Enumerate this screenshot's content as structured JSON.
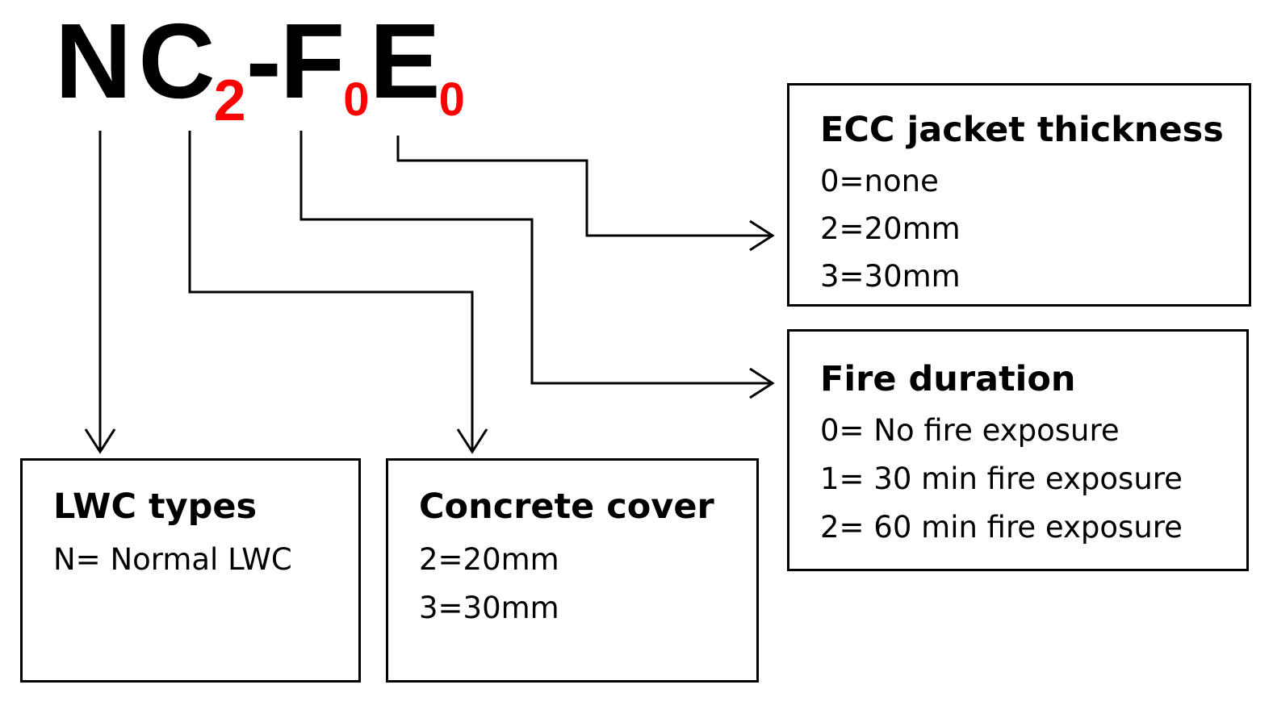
{
  "code": {
    "n": "N",
    "c": "C",
    "c_sub": "2",
    "dash_f": "-F",
    "f_sub": "0",
    "e": "E",
    "e_sub": "0",
    "main_color": "#000000",
    "subscript_color": "#ff0000"
  },
  "boxes": {
    "ecc": {
      "title": "ECC jacket thickness",
      "lines": [
        "0=none",
        "2=20mm",
        "3=30mm"
      ]
    },
    "fire": {
      "title": "Fire duration",
      "lines": [
        "0= No fire exposure",
        "1= 30 min fire exposure",
        "2= 60 min fire exposure"
      ]
    },
    "lwc": {
      "title": "LWC types",
      "lines": [
        "N= Normal LWC"
      ]
    },
    "cover": {
      "title": "Concrete cover",
      "lines": [
        "2=20mm",
        "3=30mm"
      ]
    }
  }
}
